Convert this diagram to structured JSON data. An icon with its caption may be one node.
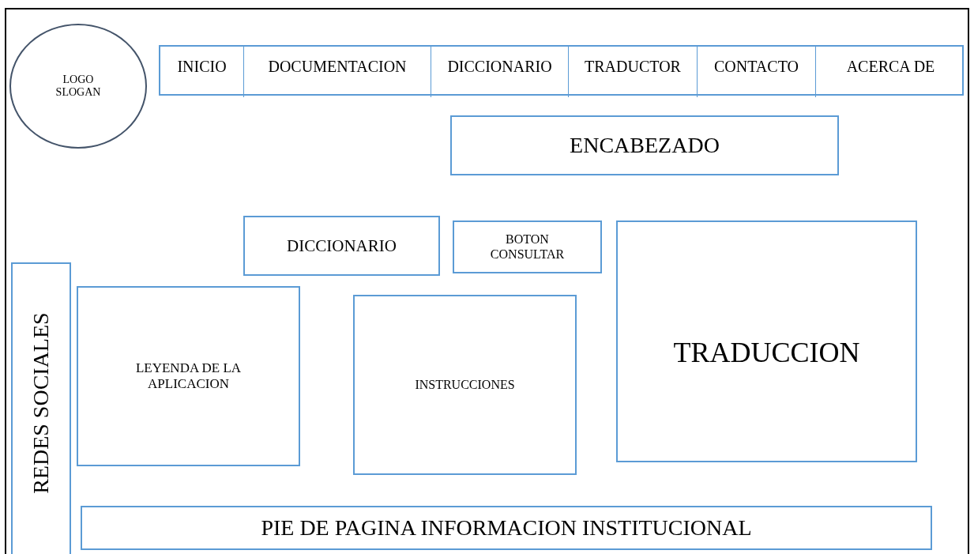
{
  "diagram": {
    "nodes": [
      {
        "text": [
          "LOGO SLOGAN"
        ]
      },
      {
        "text": [],
        "shape": "box"
      },
      {
        "text": [
          "INICIO"
        ],
        "in": 1
      },
      {
        "text": [
          "DOCUMENTACION"
        ],
        "in": 1
      },
      {
        "text": [
          "DICCIONARIO"
        ],
        "in": 1
      },
      {
        "text": [
          "TRADUCTOR"
        ],
        "in": 1
      },
      {
        "text": [
          "CONTACTO"
        ],
        "in": 1
      },
      {
        "text": [
          "ACERCA DE"
        ],
        "in": 1
      },
      {
        "text": [
          "ENCABEZADO"
        ]
      },
      {
        "text": [
          "DICCIONARIO"
        ]
      },
      {
        "text": [
          "BOTON CONSULTAR"
        ]
      },
      {
        "text": [
          "TRADUCCION"
        ]
      },
      {
        "text": [
          "REDES SOCIALES"
        ]
      },
      {
        "text": [
          "LEYENDA DE LA APLICACION"
        ]
      },
      {
        "text": [
          "INSTRUCCIONES"
        ]
      },
      {
        "text": [
          "PIE DE PAGINA INFORMACION INSTITUCIONAL"
        ]
      }
    ]
  }
}
